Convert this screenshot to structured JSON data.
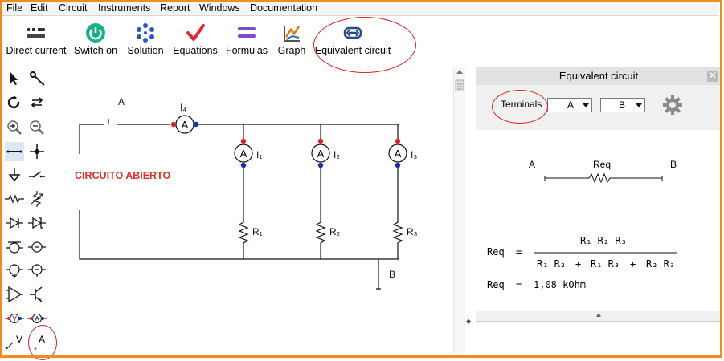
{
  "menu": [
    "File",
    "Edit",
    "Circuit",
    "Instruments",
    "Report",
    "Windows",
    "Documentation"
  ],
  "toolbar": {
    "direct_current": "Direct current",
    "switch_on": "Switch on",
    "solution": "Solution",
    "equations": "Equations",
    "formulas": "Formulas",
    "graph": "Graph",
    "equivalent_circuit": "Equivalent circuit"
  },
  "palette_bottom": {
    "voltmeter": "V",
    "ammeter": "A"
  },
  "circuit": {
    "node_a": "A",
    "node_b": "B",
    "open_circuit_text": "CIRCUITO ABIERTO",
    "ammeter_symbol": "A",
    "i4": "I₄",
    "i1": "I₁",
    "i2": "I₂",
    "i3": "I₃",
    "r1": "R₁",
    "r2": "R₂",
    "r3": "R₃"
  },
  "panel": {
    "title": "Equivalent circuit",
    "terminals_label": "Terminals",
    "terminal_a": "A",
    "terminal_b": "B",
    "diagram_a": "A",
    "diagram_req": "Req",
    "diagram_b": "B",
    "formula_lhs": "Req",
    "eq": "=",
    "numerator": "R₁ R₂ R₃",
    "den_t1": "R₁ R₂",
    "plus1": "+",
    "den_t2": "R₁ R₃",
    "plus2": "+",
    "den_t3": "R₂ R₃",
    "result_lhs": "Req",
    "result_eq": "=",
    "result_value": "1,08 kOhm"
  },
  "colors": {
    "frame": "#f08c1e",
    "highlight_circle": "#dd2222",
    "open_text": "#d9342b",
    "node_red": "#e0202a",
    "node_blue": "#1a2ea0"
  }
}
